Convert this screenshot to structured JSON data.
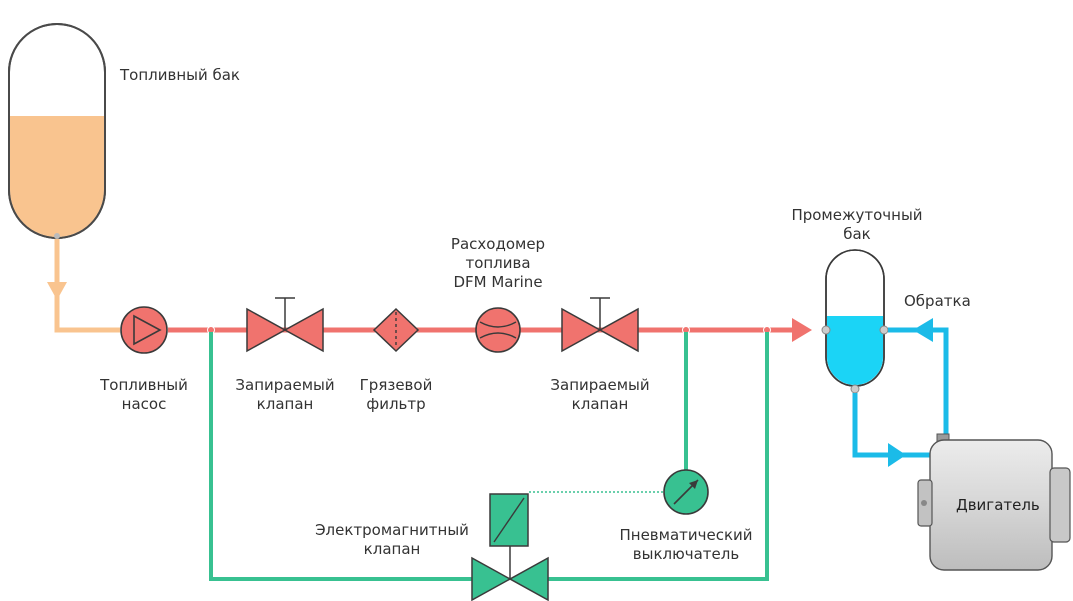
{
  "labels": {
    "fuel_tank": "Топливный бак",
    "pump": [
      "Топливный",
      "насос"
    ],
    "shutoff_valve_1": [
      "Запираемый",
      "клапан"
    ],
    "mud_filter": [
      "Грязевой",
      "фильтр"
    ],
    "flowmeter": [
      "Расходомер",
      "топлива",
      "DFM Marine"
    ],
    "shutoff_valve_2": [
      "Запираемый",
      "клапан"
    ],
    "intermediate_tank": [
      "Промежуточный",
      "бак"
    ],
    "return": "Обратка",
    "engine": "Двигатель",
    "solenoid_valve": [
      "Электромагнитный",
      "клапан"
    ],
    "pneumatic_switch": [
      "Пневматический",
      "выключатель"
    ]
  },
  "colors": {
    "fuel_fill": "#f9c48f",
    "supply_line": "#f0736e",
    "return_line": "#1bbbe8",
    "bypass_line": "#38c191",
    "engine_body": "#d5d5d5",
    "component_red": "#f0736e",
    "component_green": "#38c191",
    "intermediate_fill": "#1bd4f6"
  }
}
